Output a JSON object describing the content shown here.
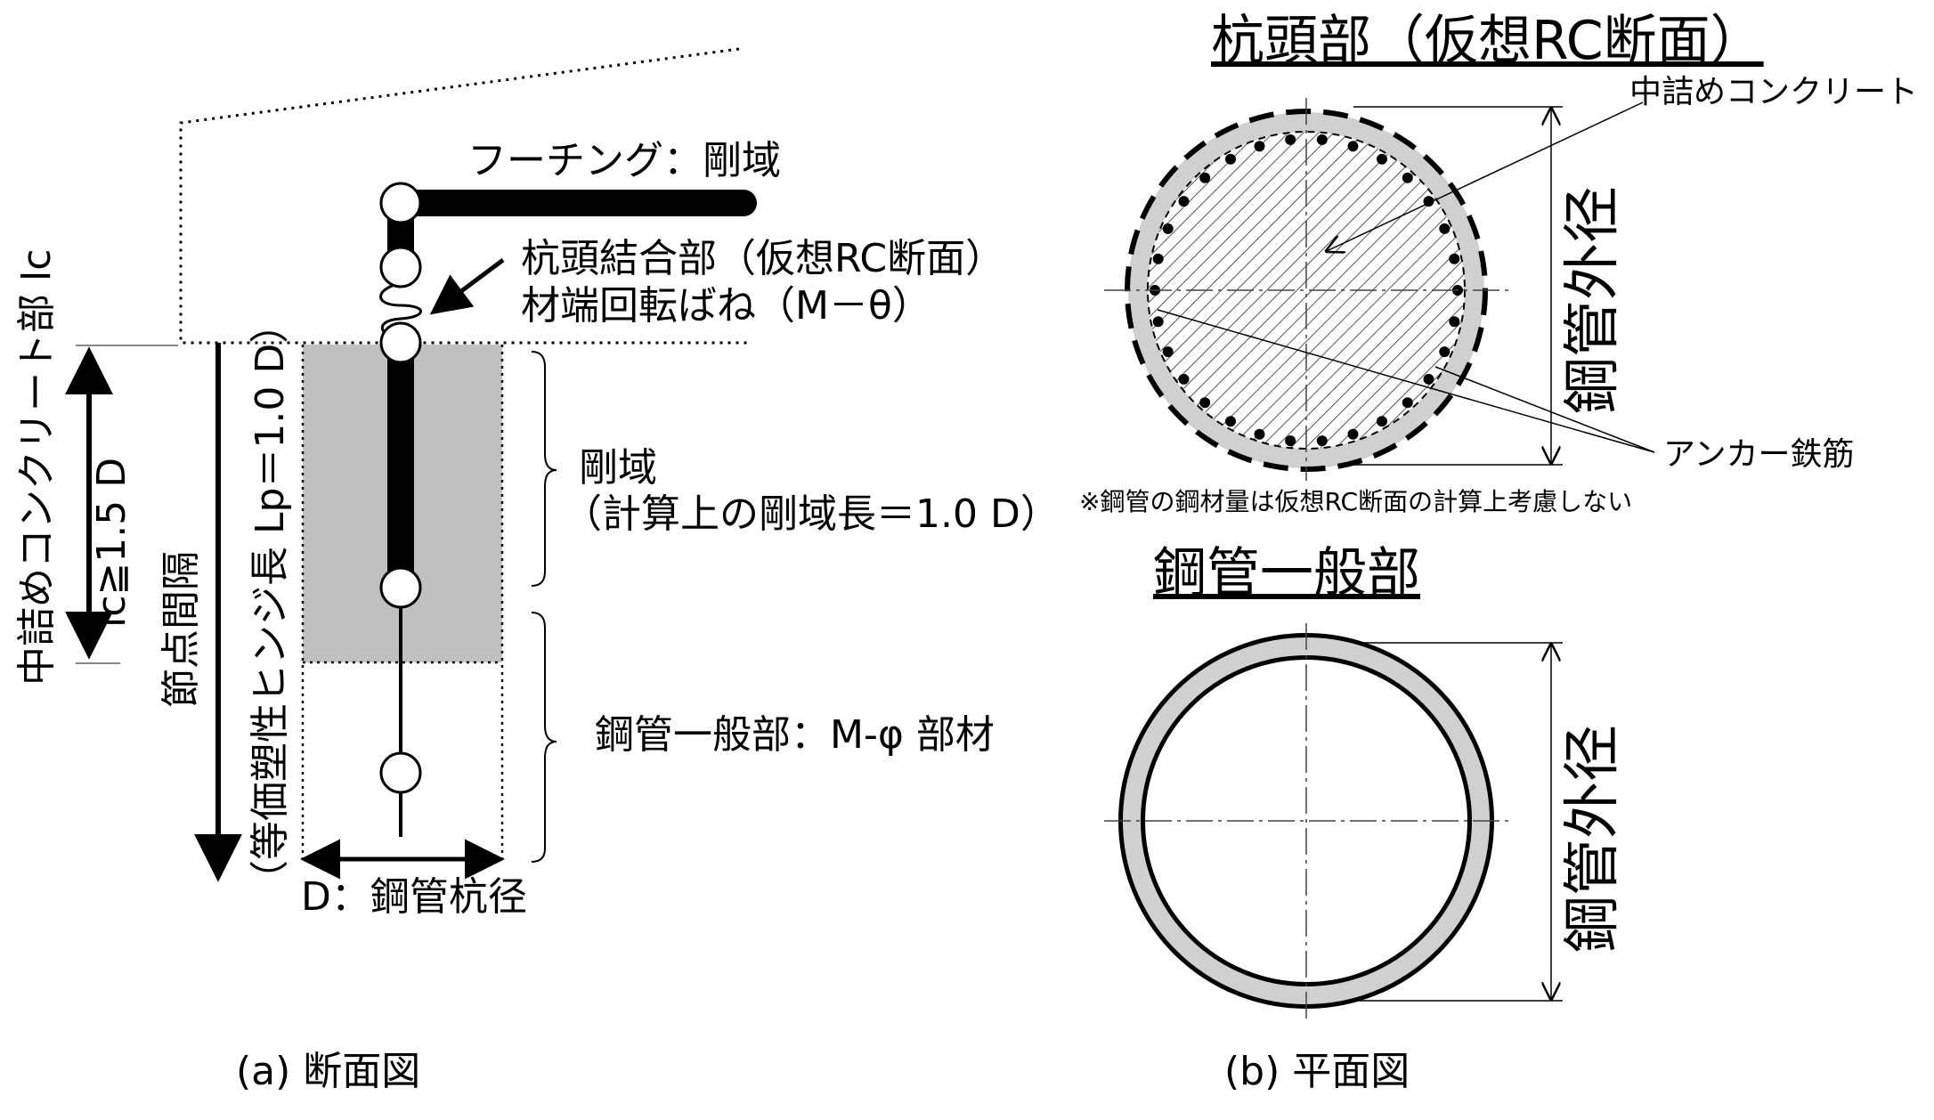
{
  "section_view": {
    "footing_label": "フーチング：剛域",
    "pile_head_joint_label": "杭頭結合部（仮想RC断面）",
    "rotation_spring_label": "材端回転ばね（M－θ）",
    "infill_concrete_label": "中詰めコンクリート部 lc",
    "infill_condition_label": "lc≧1.5 D",
    "node_spacing_label": "節点間隔",
    "plastic_hinge_label": "（等価塑性ヒンジ長 Lp＝1.0 D）",
    "rigid_zone_label": "剛域",
    "rigid_zone_length_label": "（計算上の剛域長＝1.0 D）",
    "steel_general_label": "鋼管一般部：M-φ 部材",
    "pile_diameter_label": "D：鋼管杭径",
    "caption": "(a) 断面図"
  },
  "plan_view": {
    "pile_head_title": "杭頭部（仮想RC断面）",
    "infill_concrete_label": "中詰めコンクリート",
    "outer_diameter_label_top": "鋼管外径",
    "anchor_rebar_label": "アンカー鉄筋",
    "note_label": "※鋼管の鋼材量は仮想RC断面の計算上考慮しない",
    "steel_general_title": "鋼管一般部",
    "outer_diameter_label_bottom": "鋼管外径",
    "caption": "(b) 平面図"
  }
}
